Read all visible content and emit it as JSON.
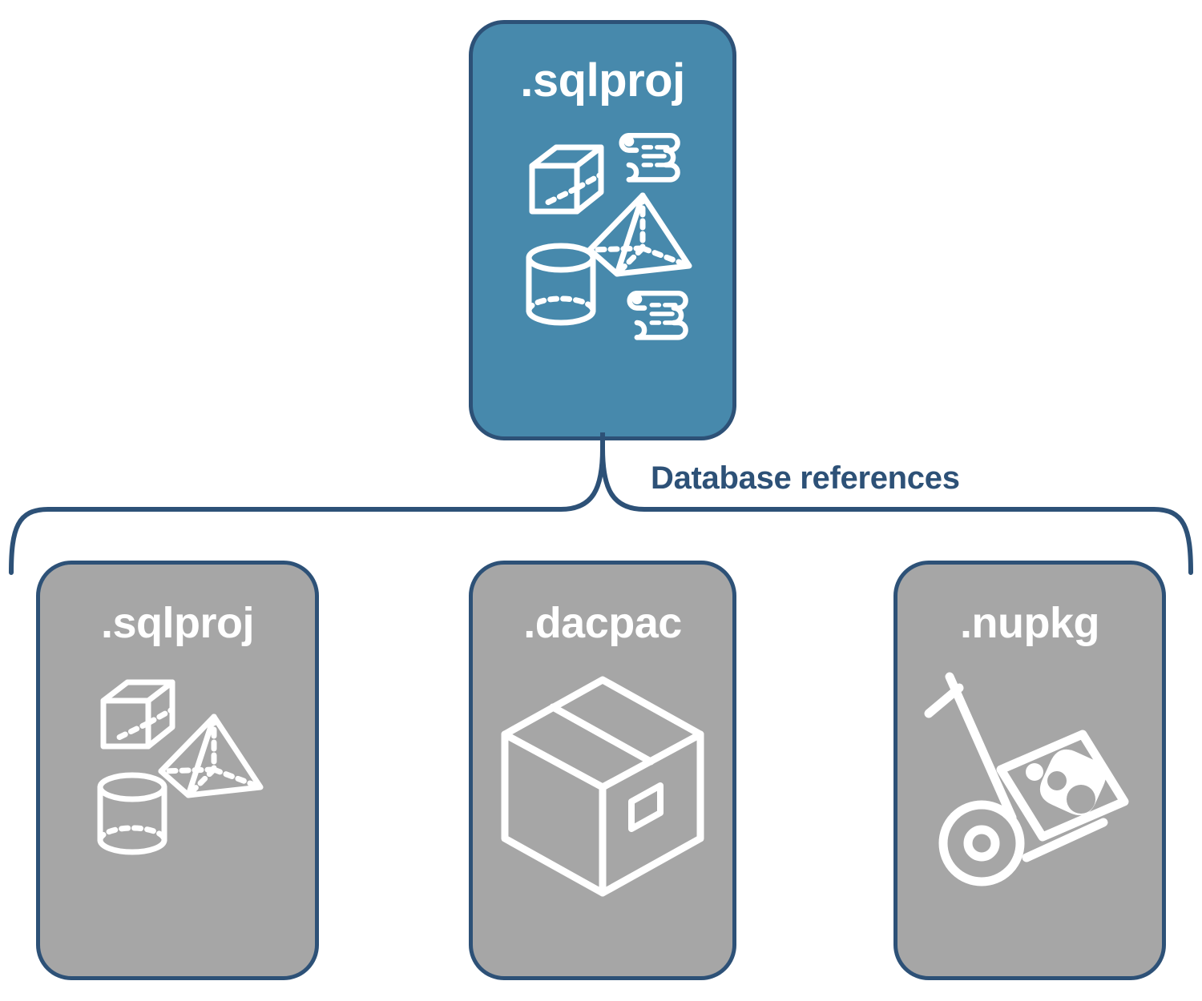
{
  "diagram": {
    "title": "Database references",
    "colors": {
      "primary_fill": "#4789ac",
      "muted_fill": "#a6a6a6",
      "outline": "#2d5177",
      "icon_stroke": "#ffffff",
      "background": "#ffffff"
    }
  },
  "top_node": {
    "label": ".sqlproj",
    "fill": "#4789ac",
    "icons": [
      "cube-icon",
      "pyramid-icon",
      "cylinder-icon",
      "scroll-icon",
      "scroll-icon"
    ]
  },
  "connector": {
    "label": "Database references",
    "style": "curly-brace",
    "color": "#2d5177"
  },
  "reference_nodes": [
    {
      "label": ".sqlproj",
      "fill": "#a6a6a6",
      "icons": [
        "cube-icon",
        "pyramid-icon",
        "cylinder-icon"
      ]
    },
    {
      "label": ".dacpac",
      "fill": "#a6a6a6",
      "icons": [
        "package-box-icon"
      ]
    },
    {
      "label": ".nupkg",
      "fill": "#a6a6a6",
      "icons": [
        "hand-truck-package-icon"
      ]
    }
  ]
}
